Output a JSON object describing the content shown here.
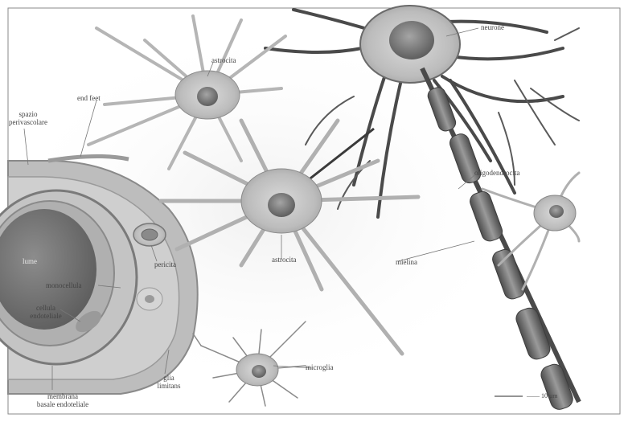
{
  "labels": {
    "neurone": "neurone",
    "astrocita_top": "astrocita",
    "end_feet": "end feet",
    "spazio_perivascolare": "spazio\nperivascolare",
    "oligodendrocita": "oligodendrocita",
    "astrocita_center": "astrocita",
    "mielina": "mielina",
    "lume": "lume",
    "pericita": "pericita",
    "monocellula": "monocellula",
    "cellula_endoteliale": "cellula\nendoteliale",
    "microglia": "microglia",
    "glia_limitans": "glia\nlimitans",
    "membrana_basale": "membrana\nbasale endoteliale",
    "scale_bar": "—— 10 μm"
  },
  "colors": {
    "frame": "#8a8a8a",
    "cell_body": "#c9c9c9",
    "nucleus": "#8a8a8a",
    "vessel_wall": "#a8a8a8",
    "lumen": "#7d7d7d",
    "myelin": "#6e6e6e",
    "axon": "#4a4a4a",
    "process": "#b5b5b5"
  }
}
